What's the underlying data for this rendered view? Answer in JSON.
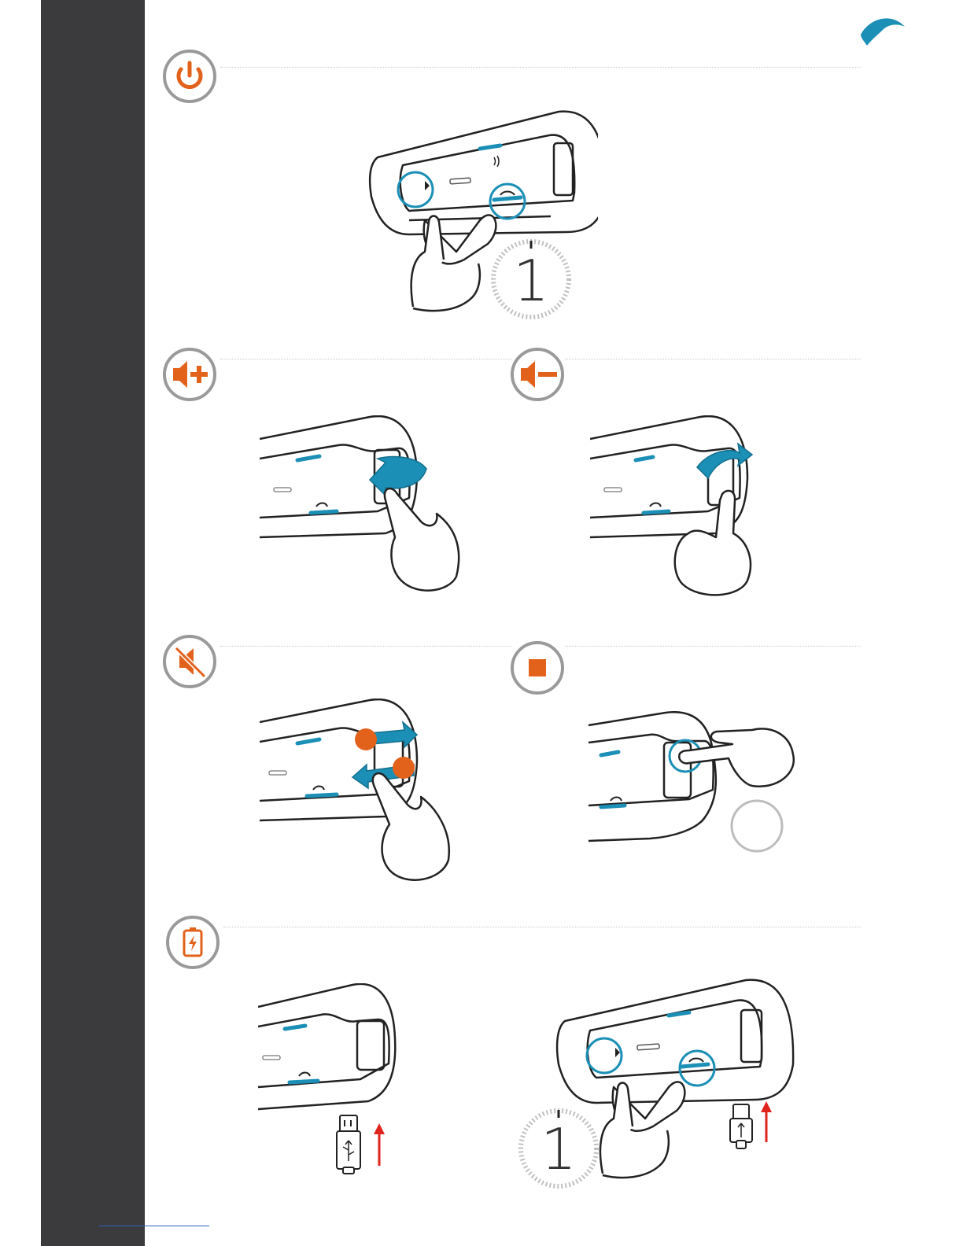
{
  "sections": [
    {
      "id": "power",
      "icon": "power-icon"
    },
    {
      "id": "volume-up",
      "icon": "volume-up-icon"
    },
    {
      "id": "volume-down",
      "icon": "volume-down-icon"
    },
    {
      "id": "mute",
      "icon": "mute-icon"
    },
    {
      "id": "stop",
      "icon": "stop-icon"
    },
    {
      "id": "charging",
      "icon": "battery-charging-icon"
    }
  ],
  "labels": {
    "power_hold_seconds": "1",
    "charge_hold_seconds": "1"
  },
  "colors": {
    "accent_orange": "#e2621b",
    "accent_blue": "#1b8fb5",
    "icon_ring": "#9a9a9a",
    "sidebar": "#3b3b3d",
    "arrow_red": "#e0231c"
  }
}
